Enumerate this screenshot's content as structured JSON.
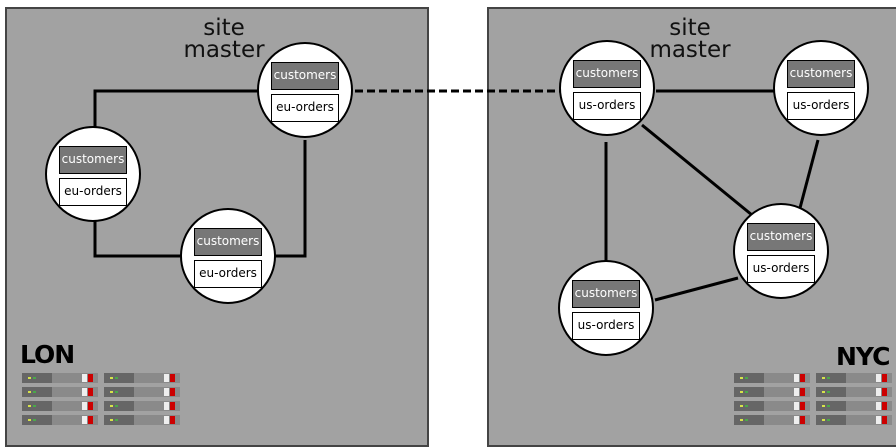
{
  "sites": {
    "lon": {
      "name": "LON",
      "master_label_line1": "site",
      "master_label_line2": "master",
      "nodes": [
        {
          "cache1": "customers",
          "cache2": "eu-orders",
          "role": "site master"
        },
        {
          "cache1": "customers",
          "cache2": "eu-orders"
        },
        {
          "cache1": "customers",
          "cache2": "eu-orders"
        }
      ]
    },
    "nyc": {
      "name": "NYC",
      "master_label_line1": "site",
      "master_label_line2": "master",
      "nodes": [
        {
          "cache1": "customers",
          "cache2": "us-orders",
          "role": "site master"
        },
        {
          "cache1": "customers",
          "cache2": "us-orders"
        },
        {
          "cache1": "customers",
          "cache2": "us-orders"
        },
        {
          "cache1": "customers",
          "cache2": "us-orders"
        }
      ]
    }
  },
  "colors": {
    "site_background": "#a2a2a2",
    "cache_customers": "#777777",
    "cache_orders": "#ffffff",
    "server_led_red": "#cc0000"
  },
  "icons": [
    "server-rack-icon"
  ]
}
